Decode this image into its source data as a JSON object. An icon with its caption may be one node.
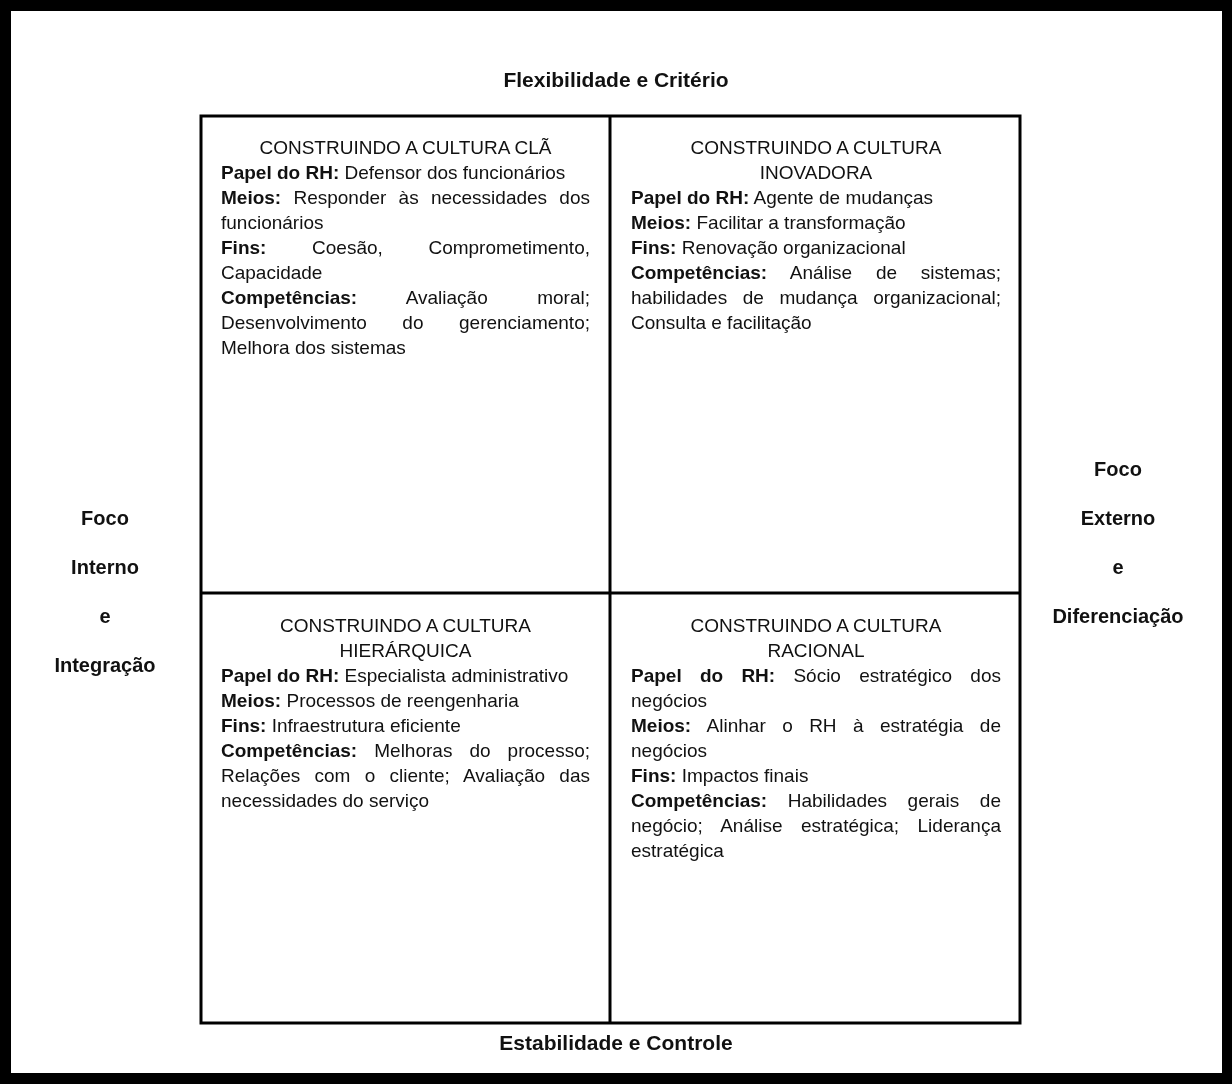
{
  "diagram": {
    "nodes": [
      {
        "text": [
          "CONSTRUINDO A CULTURA CLÃ",
          "**Papel do RH:** Defensor dos funcionários",
          "**Meios:** Responder às necessidades dos funcionários",
          "**Fins:** Coesão, Comprometimento, Capacidade",
          "**Competências:** Avaliação moral; Desenvolvimento do gerenciamento; Melhora dos sistemas"
        ]
      },
      {
        "text": [
          "CONSTRUINDO A CULTURA INOVADORA",
          "**Papel do RH:** Agente de mudanças",
          "**Meios:** Facilitar a transformação",
          "**Fins:** Renovação organizacional",
          "**Competências:** Análise de sistemas; habilidades de mudança organizacional; Consulta e facilitação"
        ]
      },
      {
        "text": [
          "CONSTRUINDO A CULTURA HIERÁRQUICA",
          "**Papel do RH:** Especialista administrativo",
          "**Meios:** Processos de reengenharia",
          "**Fins:** Infraestrutura eficiente",
          "**Competências:** Melhoras do processo; Relações com o cliente; Avaliação das necessidades do serviço"
        ]
      },
      {
        "text": [
          "CONSTRUINDO A CULTURA RACIONAL",
          "**Papel do RH:** Sócio estratégico dos negócios",
          "**Meios:** Alinhar o RH à estratégia de negócios",
          "**Fins:** Impactos finais",
          "**Competências:** Habilidades gerais de negócio; Análise estratégica; Liderança estratégica"
        ]
      }
    ],
    "edges": [],
    "labels": [
      "Flexibilidade e Critério",
      "Foco Interno e Integração",
      "Foco Externo e Diferenciação",
      "Estabilidade e Controle"
    ]
  }
}
